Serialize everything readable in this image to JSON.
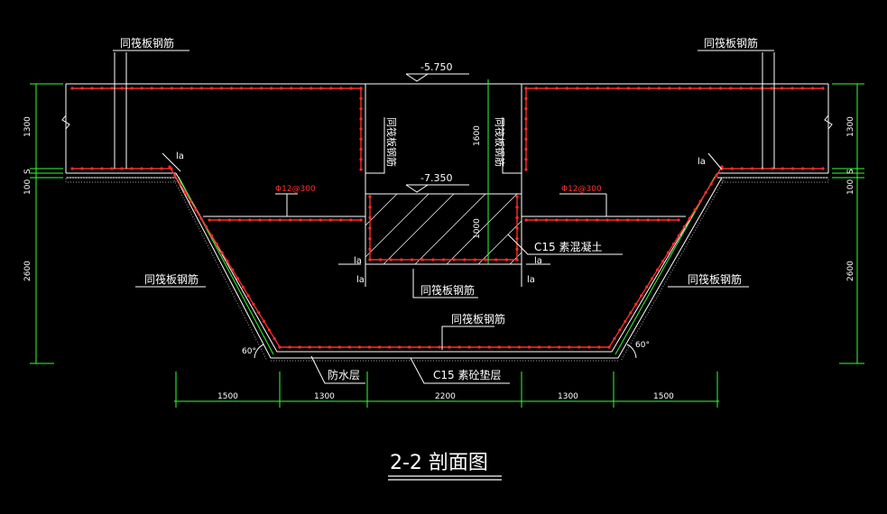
{
  "drawing": {
    "title": "2-2 剖面图",
    "labels": {
      "same_raft_rebar": "同筏板钢筋",
      "anchor": "la",
      "rebar_spec": "Φ12@300",
      "c15_plain_concrete": "C15 素混凝土",
      "waterproof_layer": "防水层",
      "c15_cushion": "C15 素砼垫层",
      "angle": "60°"
    },
    "elevations": {
      "top": "-5.750",
      "pit": "-7.350"
    },
    "dimensions": {
      "left_vertical": [
        "1300",
        "S",
        "100",
        "2600"
      ],
      "right_vertical": [
        "1300",
        "S",
        "100",
        "2600"
      ],
      "pit_depth": "1600",
      "pit_fill": "1000",
      "horizontal": [
        "1500",
        "1300",
        "2200",
        "1300",
        "1500"
      ]
    }
  },
  "colors": {
    "background": "#000000",
    "outline": "#ffffff",
    "rebar": "#ff2a2a",
    "dimension": "#33ff33",
    "text": "#ffffff"
  }
}
